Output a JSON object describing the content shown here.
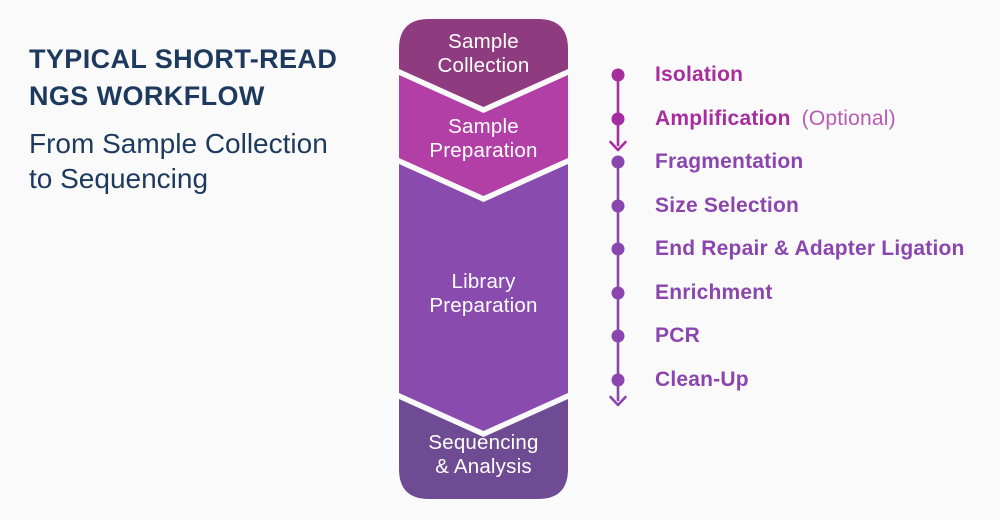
{
  "canvas": {
    "background": "#fafafa"
  },
  "header": {
    "title": "TYPICAL SHORT-READ\nNGS WORKFLOW",
    "subtitle": "From Sample Collection\nto Sequencing",
    "text_color": "#1d3a5e"
  },
  "flow": {
    "label_color": "#ffffff",
    "stages": [
      {
        "label": "Sample\nCollection",
        "color": "#8e3b80"
      },
      {
        "label": "Sample\nPreparation",
        "color": "#b23fa6"
      },
      {
        "label": "Library\nPreparation",
        "color": "#8a4bae"
      },
      {
        "label": "Sequencing\n& Analysis",
        "color": "#6f4b94"
      }
    ]
  },
  "steps": {
    "groups": [
      {
        "name": "sample-preparation-steps",
        "color": "#a62d9d",
        "optional_color": "#b85cb1",
        "items": [
          {
            "label": "Isolation"
          },
          {
            "label": "Amplification",
            "suffix": "(Optional)"
          }
        ]
      },
      {
        "name": "library-preparation-steps",
        "color": "#8a46ae",
        "items": [
          {
            "label": "Fragmentation"
          },
          {
            "label": "Size Selection"
          },
          {
            "label": "End Repair & Adapter Ligation"
          },
          {
            "label": "Enrichment"
          },
          {
            "label": "PCR"
          },
          {
            "label": "Clean-Up"
          }
        ]
      }
    ]
  }
}
